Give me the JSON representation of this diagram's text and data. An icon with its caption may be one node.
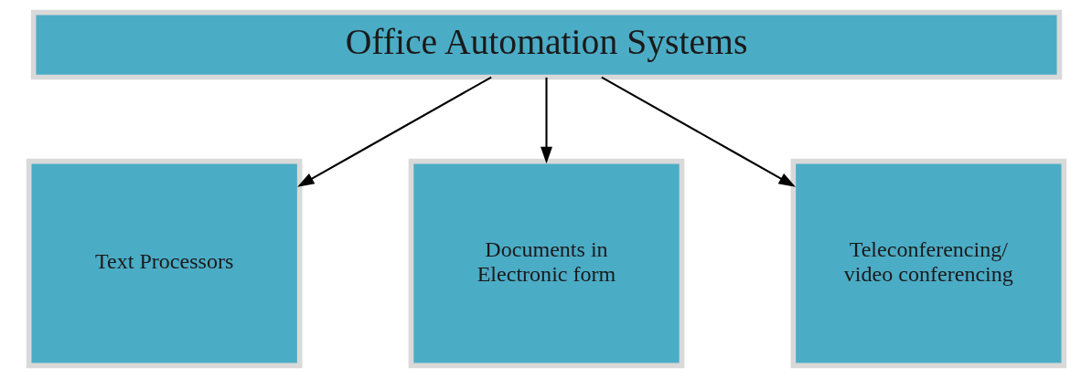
{
  "diagram": {
    "nodes": [
      {
        "text": [
          "Office Automation Systems"
        ]
      },
      {
        "text": [
          "Text Processors"
        ]
      },
      {
        "text": [
          "Documents in Electronic form"
        ]
      },
      {
        "text": [
          "Teleconferencing/ video conferencing"
        ]
      }
    ],
    "edges": [
      {
        "from": 0,
        "to": 1,
        "arrow": "to"
      },
      {
        "from": 0,
        "to": 2,
        "arrow": "to"
      },
      {
        "from": 0,
        "to": 3,
        "arrow": "to"
      }
    ]
  }
}
